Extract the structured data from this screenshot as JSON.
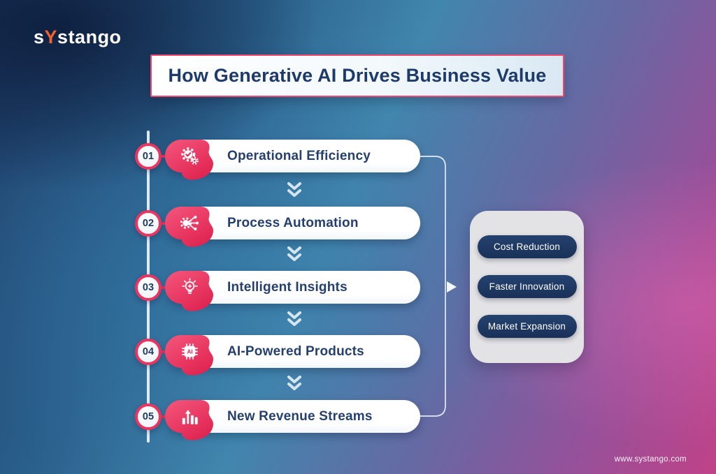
{
  "brand": {
    "logo_prefix": "s",
    "logo_accent": "Y",
    "logo_suffix": "stango",
    "website": "www.systango.com"
  },
  "title": "How Generative AI Drives Business Value",
  "steps": [
    {
      "number": "01",
      "label": "Operational Efficiency",
      "icon": "gears-check-icon"
    },
    {
      "number": "02",
      "label": "Process Automation",
      "icon": "gear-circuit-icon"
    },
    {
      "number": "03",
      "label": "Intelligent Insights",
      "icon": "lightbulb-icon"
    },
    {
      "number": "04",
      "label": "AI-Powered Products",
      "icon": "ai-chip-icon"
    },
    {
      "number": "05",
      "label": "New Revenue Streams",
      "icon": "growth-chart-icon"
    }
  ],
  "outcomes": [
    "Cost Reduction",
    "Faster Innovation",
    "Market Expansion"
  ],
  "colors": {
    "accent_pink": "#EA3560",
    "blob_gradient_top": "#F4577C",
    "blob_gradient_bottom": "#E02552",
    "navy_text": "#1E3A66",
    "outcome_pill_navy": "#1E3A63",
    "panel_gray": "#E3E2E4",
    "background_blue": "#2B628E",
    "background_magenta": "#C04288"
  }
}
